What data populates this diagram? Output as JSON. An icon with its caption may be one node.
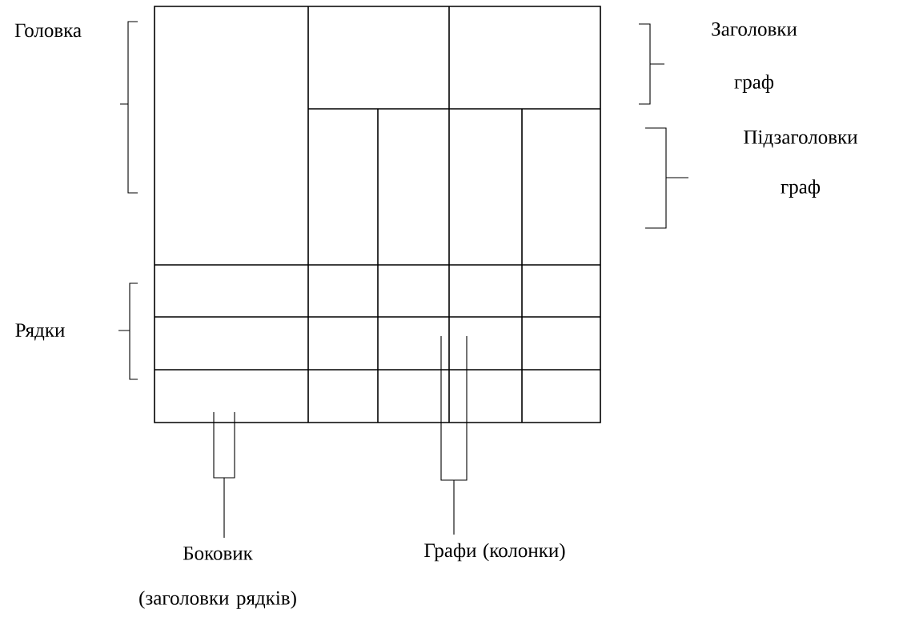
{
  "diagram": {
    "labels": [
      "Головка",
      "Заголовки граф",
      "Підзаголовки граф",
      "Рядки",
      "Боковик (заголовки рядків)",
      "Графи (колонки)"
    ]
  }
}
